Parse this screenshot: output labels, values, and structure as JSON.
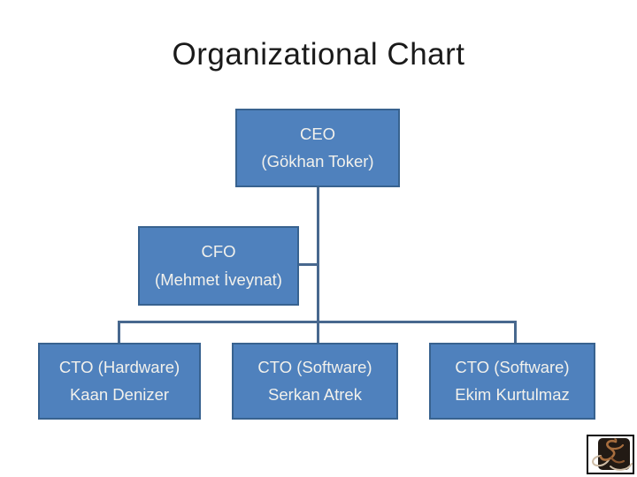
{
  "slide": {
    "title": "Organizational Chart"
  },
  "org_chart": {
    "nodes": [
      {
        "id": "ceo",
        "role": "CEO",
        "person": "(Gökhan Toker)"
      },
      {
        "id": "cfo",
        "role": "CFO",
        "person": "(Mehmet İveynat)"
      },
      {
        "id": "cto1",
        "role": "CTO (Hardware)",
        "person": "Kaan Denizer"
      },
      {
        "id": "cto2",
        "role": "CTO (Software)",
        "person": "Serkan Atrek"
      },
      {
        "id": "cto3",
        "role": "CTO (Software)",
        "person": "Ekim Kurtulmaz"
      }
    ]
  },
  "logo": {
    "icon": "calligraphy-monogram-icon"
  },
  "colors": {
    "slide_bg": "#ffffff",
    "title_text": "#1a1a1a",
    "node_fill": "#4f81bd",
    "node_border": "#38628f",
    "node_text": "#f2f1ec",
    "connector": "#48688e",
    "logo_card": "#221a14",
    "logo_flourish": "#a86e3e",
    "logo_swirl": "#cdbca6"
  }
}
